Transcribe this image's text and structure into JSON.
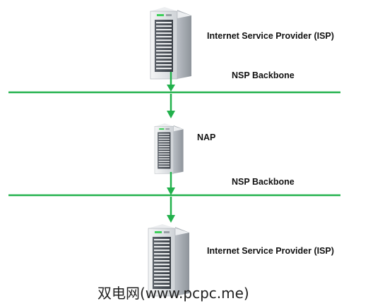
{
  "nodes": {
    "top_isp": {
      "label": "Internet Service Provider (ISP)",
      "icon": "server-tower-icon"
    },
    "nap": {
      "label": "NAP",
      "icon": "server-tower-icon"
    },
    "bottom_isp": {
      "label": "Internet Service Provider (ISP)",
      "icon": "server-tower-icon"
    }
  },
  "backbones": {
    "upper": {
      "label": "NSP Backbone"
    },
    "lower": {
      "label": "NSP Backbone"
    }
  },
  "watermark": "双电网(www.pcpc.me)",
  "colors": {
    "backbone_line": "#22b14c",
    "arrow": "#22b14c",
    "server_body": "#d9dcdf",
    "server_panel": "#4a4f56",
    "server_led": "#3ecf5a",
    "text": "#111111"
  }
}
